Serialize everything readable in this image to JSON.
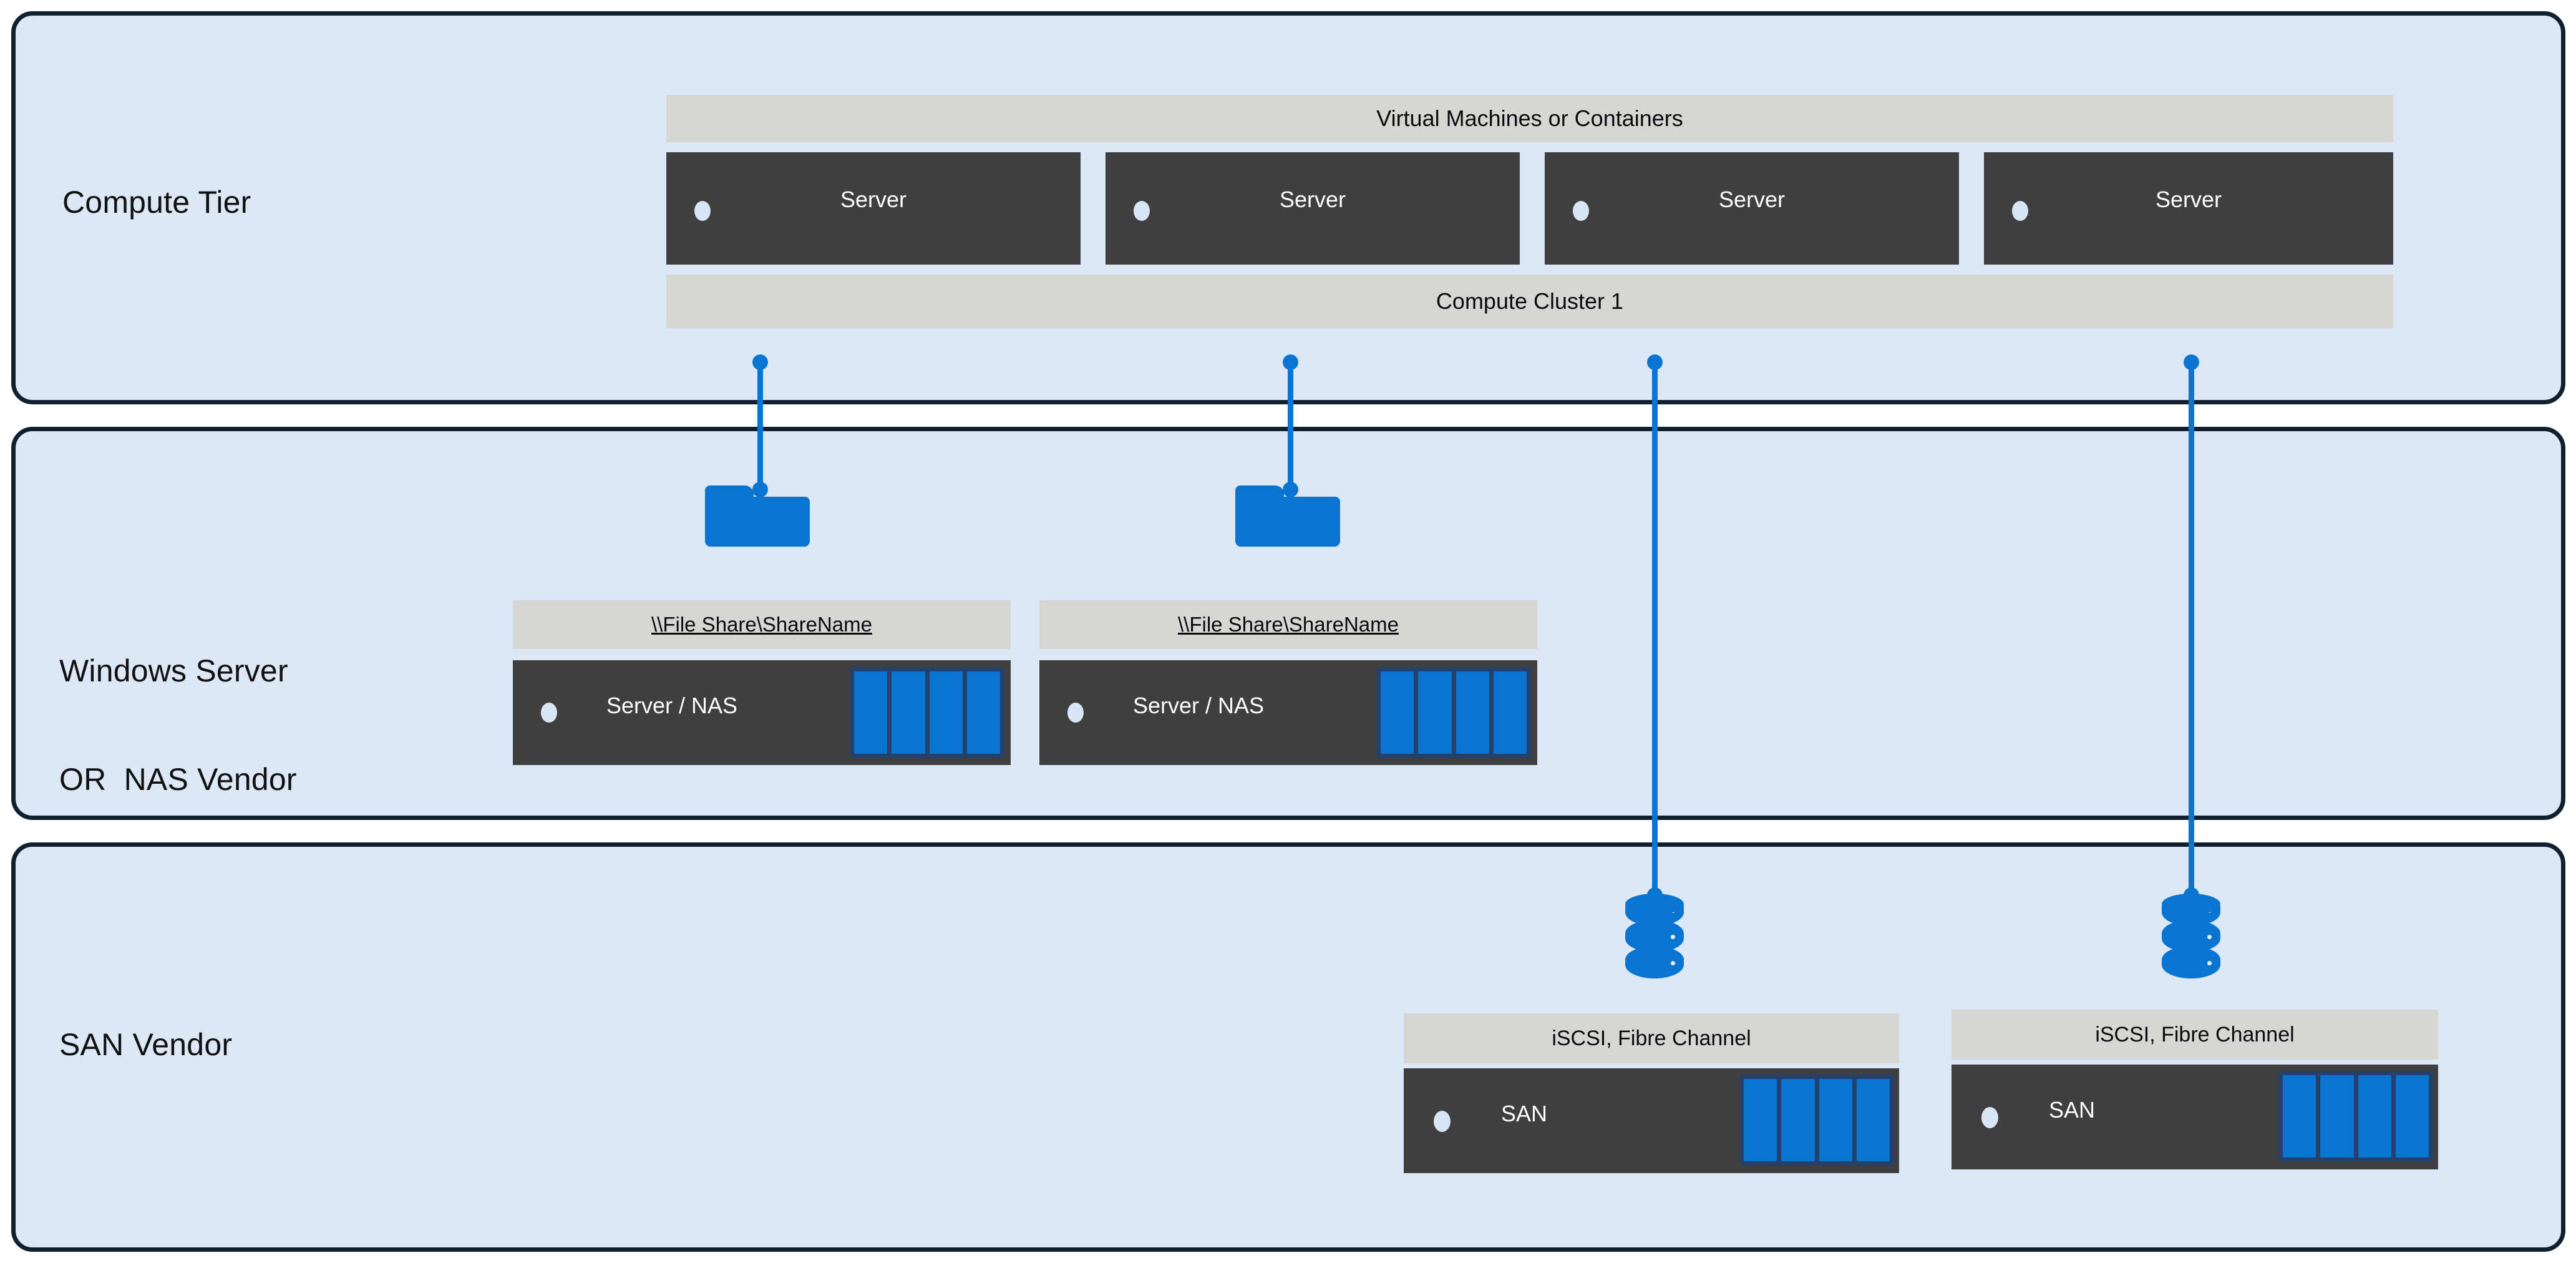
{
  "diagram": {
    "title": "Storage architecture tiers",
    "colors": {
      "tier_fill": "#dce8f5",
      "tier_border": "#10202e",
      "node_fill": "#3f3f3f",
      "cap_fill": "#d6d6d4",
      "accent_blue": "#0a74d1",
      "disk_frame": "#24406b",
      "status_dot": "#d7e5f4"
    }
  },
  "tiers": [
    {
      "id": "compute",
      "label": "Compute Tier",
      "header": "Virtual Machines or Containers",
      "footer": "Compute Cluster 1",
      "nodes": [
        {
          "label": "Server",
          "icon": "status-dot-icon"
        },
        {
          "label": "Server",
          "icon": "status-dot-icon"
        },
        {
          "label": "Server",
          "icon": "status-dot-icon"
        },
        {
          "label": "Server",
          "icon": "status-dot-icon"
        }
      ]
    },
    {
      "id": "file",
      "label": "Windows Server\nOR  NAS Vendor",
      "label_line1": "Windows Server",
      "label_line2": "OR  NAS Vendor",
      "nodes": [
        {
          "cap": "\\\\File Share\\ShareName",
          "label": "Server / NAS",
          "icon": "folder-icon",
          "disks": 4
        },
        {
          "cap": "\\\\File Share\\ShareName",
          "label": "Server / NAS",
          "icon": "folder-icon",
          "disks": 4
        }
      ]
    },
    {
      "id": "san",
      "label": "SAN Vendor",
      "nodes": [
        {
          "cap": "iSCSI, Fibre Channel",
          "label": "SAN",
          "icon": "database-icon",
          "disks": 4
        },
        {
          "cap": "iSCSI, Fibre Channel",
          "label": "SAN",
          "icon": "database-icon",
          "disks": 4
        }
      ]
    }
  ],
  "connectors": [
    {
      "from": "compute.server1",
      "to": "file.share1",
      "style": "line-with-endpoint-dots"
    },
    {
      "from": "compute.server2",
      "to": "file.share2",
      "style": "line-with-endpoint-dots"
    },
    {
      "from": "compute.server3",
      "to": "san.lun1",
      "style": "line-with-endpoint-dots"
    },
    {
      "from": "compute.server4",
      "to": "san.lun2",
      "style": "line-with-endpoint-dots"
    }
  ]
}
